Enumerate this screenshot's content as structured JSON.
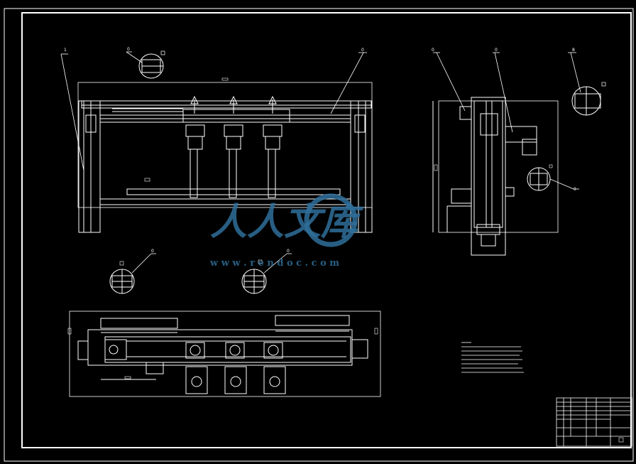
{
  "colors": {
    "background": "#000000",
    "line": "#ffffff",
    "watermark": "#2f6f9a"
  },
  "drawing": {
    "balloons": {
      "front_left": "1",
      "front_detail_top": "0",
      "front_right": "0",
      "side_left": "0",
      "side_mid": "0",
      "side_right": "8",
      "side_detail": "0",
      "detail_left": "0",
      "detail_mid": "0"
    },
    "dim_marker": "0"
  },
  "watermark": {
    "brand": "人人文库",
    "url": "w w w . r e n d o c . c o m"
  }
}
